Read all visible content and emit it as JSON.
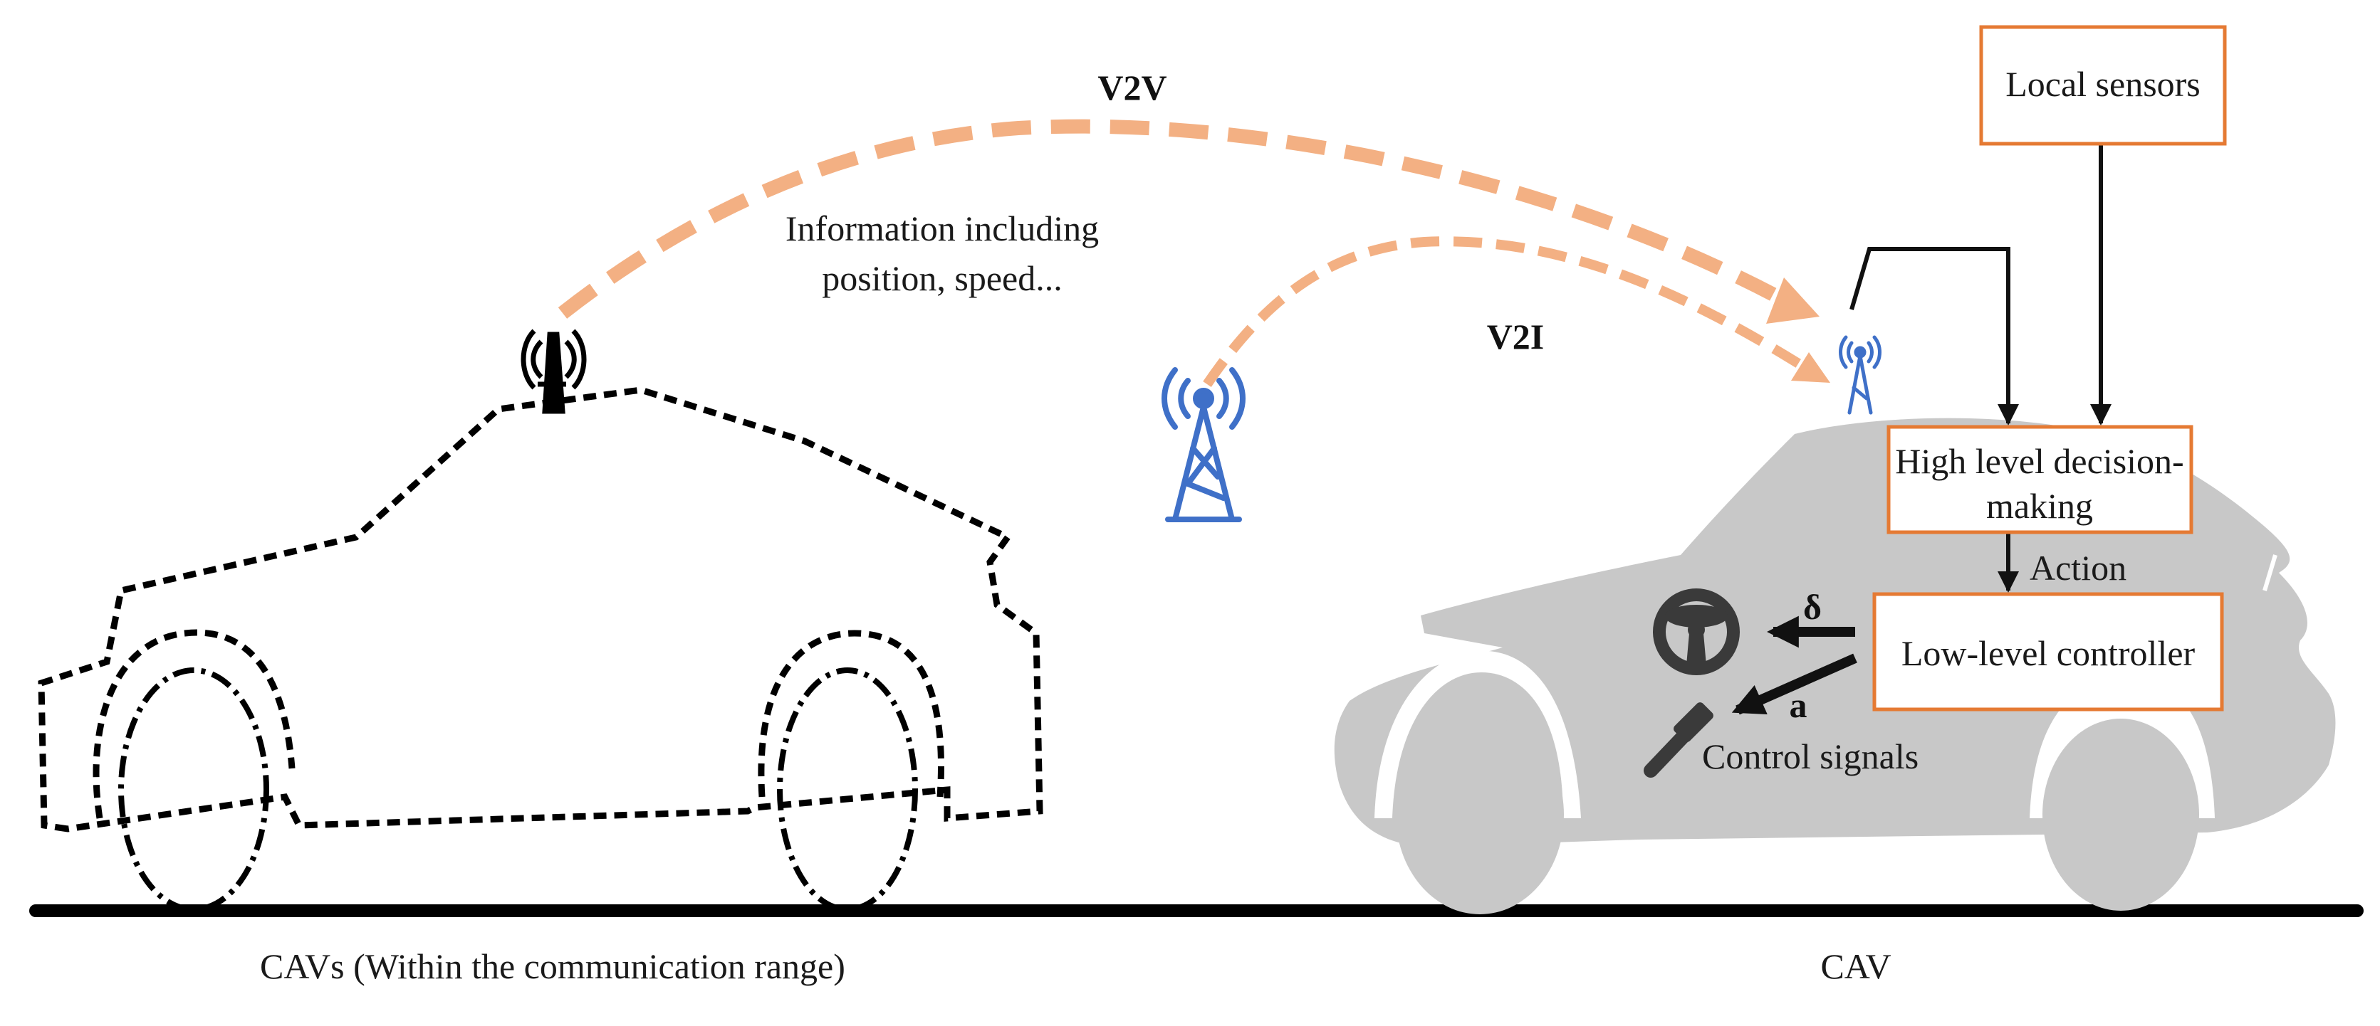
{
  "labels": {
    "v2v": "V2V",
    "v2i": "V2I",
    "info_line1": "Information including",
    "info_line2": "position, speed...",
    "action": "Action",
    "delta": "δ",
    "accel": "a",
    "control_signals": "Control signals",
    "left_caption": "CAVs (Within the communication range)",
    "right_caption": "CAV"
  },
  "boxes": {
    "local_sensors": "Local sensors",
    "decision_line1": "High level decision-",
    "decision_line2": "making",
    "controller": "Low-level controller"
  },
  "colors": {
    "orange_dash": "#f3b083",
    "box_border": "#e57a33",
    "tower_blue": "#3f70c8",
    "car_gray": "#c8c8c8",
    "dark_icon": "#3a3a3a"
  },
  "icons": [
    "antenna-icon",
    "radio-tower-icon",
    "steering-wheel-icon",
    "accelerator-pedal-icon"
  ]
}
